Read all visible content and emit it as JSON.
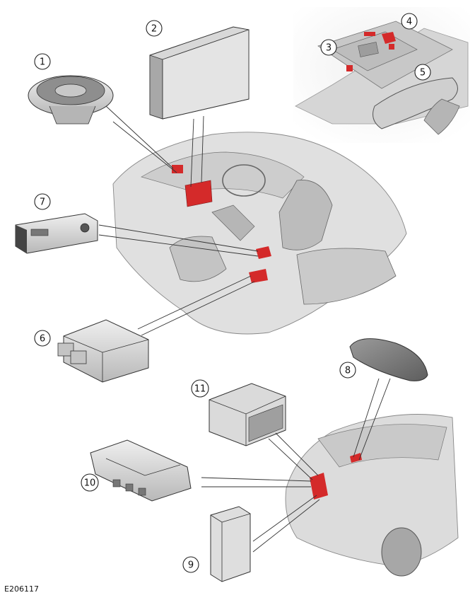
{
  "figure": {
    "reference_id": "E206117",
    "callouts": [
      {
        "n": "1"
      },
      {
        "n": "2"
      },
      {
        "n": "3"
      },
      {
        "n": "4"
      },
      {
        "n": "5"
      },
      {
        "n": "6"
      },
      {
        "n": "7"
      },
      {
        "n": "8"
      },
      {
        "n": "9"
      },
      {
        "n": "10"
      },
      {
        "n": "11"
      }
    ],
    "colors": {
      "highlight": "#d42a2a",
      "part_fill": "#dcdcdc",
      "part_shadow": "#a9a9a9",
      "outline": "#333333",
      "inset_bg": "#e6e6e6"
    }
  }
}
